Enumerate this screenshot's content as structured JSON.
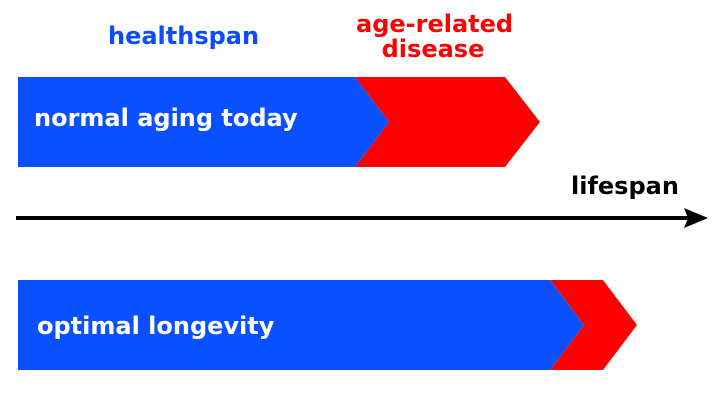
{
  "title_labels": {
    "healthspan": "healthspan",
    "disease_line1": "age-related",
    "disease_line2": "disease",
    "axis": "lifespan"
  },
  "bars": [
    {
      "label": "normal aging today",
      "healthspan_end": 355,
      "disease_end": 505
    },
    {
      "label": "optimal longevity",
      "healthspan_end": 550,
      "disease_end": 603
    }
  ],
  "colors": {
    "healthspan": "#0b50ff",
    "disease": "#ff0000",
    "axis": "#000000"
  }
}
